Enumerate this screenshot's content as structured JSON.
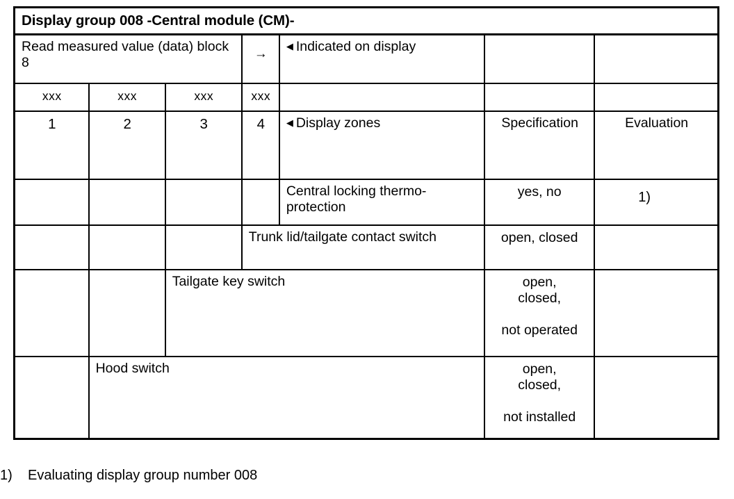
{
  "table": {
    "title": "Display group 008 -Central module (CM)-",
    "read_instruction": "Read measured value (data) block 8",
    "arrow_glyph": "→",
    "indicated_on_display": "Indicated on display",
    "display_zones": "Display zones",
    "left_triangle_glyph": "◀",
    "xxx_cells": [
      "xxx",
      "xxx",
      "xxx",
      "xxx"
    ],
    "zone_numbers": [
      "1",
      "2",
      "3",
      "4"
    ],
    "col_headers": {
      "specification": "Specification",
      "evaluation": "Evaluation"
    },
    "rows": [
      {
        "name": "central-locking-thermo-protection",
        "label": "Central locking thermo-protection",
        "specification": "yes, no",
        "evaluation": "1)"
      },
      {
        "name": "trunk-lid-tailgate-contact-switch",
        "label": "Trunk lid/tailgate contact switch",
        "specification": "open, closed",
        "evaluation": ""
      },
      {
        "name": "tailgate-key-switch",
        "label": "Tailgate key switch",
        "specification_lines": [
          "open,",
          "closed,",
          "",
          "not operated"
        ],
        "evaluation": ""
      },
      {
        "name": "hood-switch",
        "label": "Hood switch",
        "specification_lines": [
          "open,",
          "closed,",
          "",
          "not installed"
        ],
        "evaluation": ""
      }
    ]
  },
  "footnote": {
    "marker": "1)",
    "text": "Evaluating display group number 008"
  },
  "colors": {
    "border": "#000000",
    "background": "#ffffff",
    "text": "#000000"
  }
}
